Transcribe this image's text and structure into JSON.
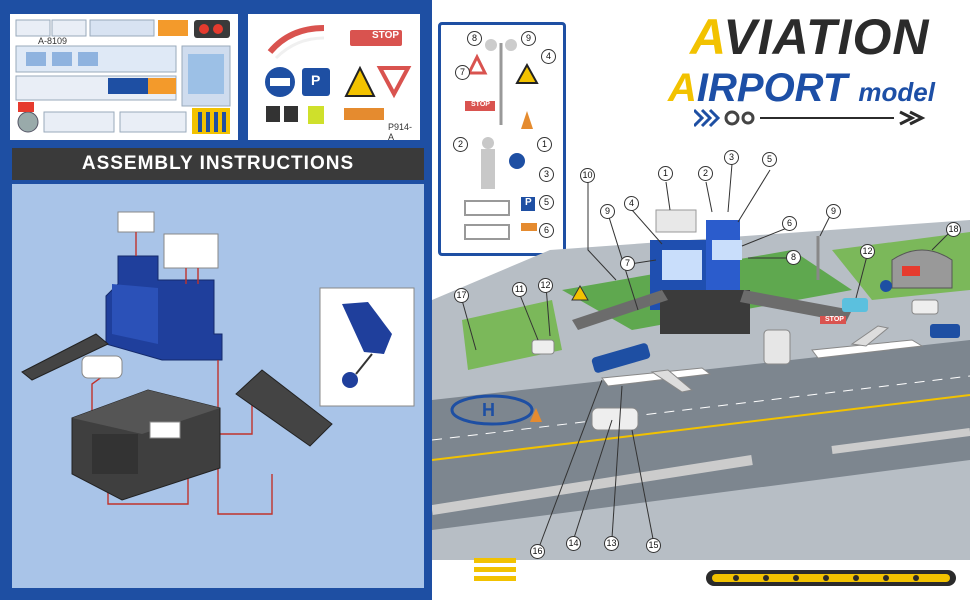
{
  "sticker_sheet": {
    "code_left": "A-8109",
    "code_right": "P914-A",
    "stop_sign": "STOP",
    "parking_sign": "P"
  },
  "assembly": {
    "header": "ASSEMBLY INSTRUCTIONS"
  },
  "parts_panel": {
    "callouts": [
      "8",
      "9",
      "7",
      "4",
      "2",
      "1",
      "3",
      "5",
      "6"
    ],
    "stop_sign": "STOP",
    "parking_sign": "P"
  },
  "title": {
    "line1_first": "A",
    "line1_rest": "VIATION",
    "line2_first": "A",
    "line2_rest": "IRPORT",
    "line2_sub": "model"
  },
  "diagram": {
    "callouts": [
      "10",
      "1",
      "2",
      "3",
      "5",
      "9",
      "4",
      "6",
      "7",
      "8",
      "9",
      "12",
      "18",
      "17",
      "11",
      "12",
      "16",
      "14",
      "13",
      "15"
    ],
    "stop_sign": "STOP",
    "runway_label": "H"
  },
  "colors": {
    "brand_blue": "#1e4fa3",
    "accent_yellow": "#f2c200",
    "panel_light_blue": "#a9c4e8",
    "header_dark": "#3a3a3a",
    "grass_green": "#5fa84f",
    "tarmac_grey": "#9aa0a6"
  }
}
